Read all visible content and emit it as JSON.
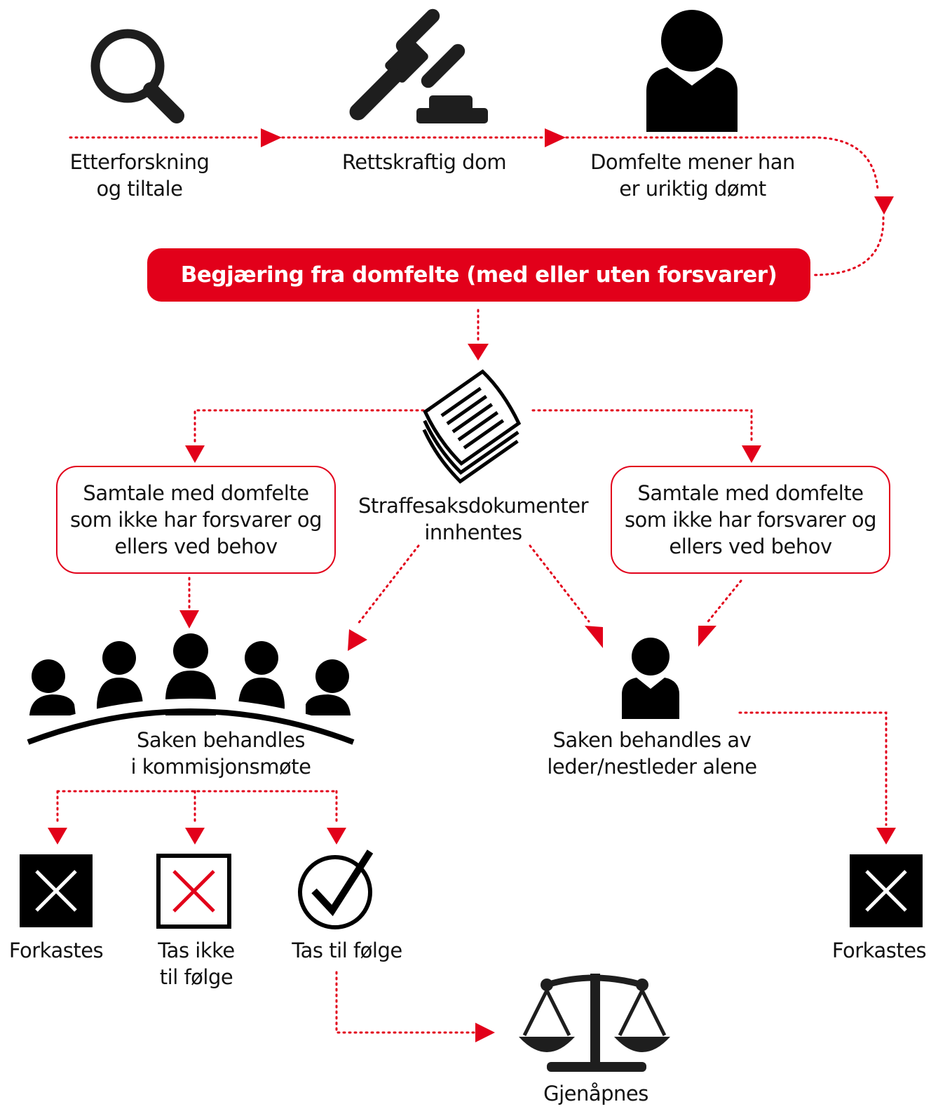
{
  "accent_color": "#e2001a",
  "icon_color": "#111111",
  "top_steps": [
    {
      "icon": "magnifier-icon",
      "lines": [
        "Etterforskning",
        "og tiltale"
      ]
    },
    {
      "icon": "gavel-icon",
      "lines": [
        "Rettskraftig dom"
      ]
    },
    {
      "icon": "person-icon",
      "lines": [
        "Domfelte mener han",
        "er uriktig dømt"
      ]
    }
  ],
  "banner": "Begjæring fra domfelte  (med eller uten forsvarer)",
  "documents": {
    "icon": "documents-icon",
    "lines": [
      "Straffesaksdokumenter",
      "innhentes"
    ]
  },
  "interview_left": [
    "Samtale med domfelte",
    "som ikke har forsvarer og",
    "ellers ved behov"
  ],
  "interview_right": [
    "Samtale med domfelte",
    "som ikke har forsvarer og",
    "ellers ved behov"
  ],
  "commission": {
    "icon": "group-meeting-icon",
    "lines": [
      "Saken behandles",
      "i kommisjonsmøte"
    ]
  },
  "leader": {
    "icon": "person-icon",
    "lines": [
      "Saken behandles  av",
      "leder/nestleder alene"
    ]
  },
  "outcomes": [
    {
      "icon": "x-box-filled-icon",
      "lines": [
        "Forkastes"
      ]
    },
    {
      "icon": "x-box-outline-icon",
      "lines": [
        "Tas ikke",
        "til følge"
      ]
    },
    {
      "icon": "check-circle-icon",
      "lines": [
        "Tas til følge"
      ]
    }
  ],
  "outcome_right": {
    "icon": "x-box-filled-icon",
    "lines": [
      "Forkastes"
    ]
  },
  "final": {
    "icon": "scales-icon",
    "lines": [
      "Gjenåpnes"
    ]
  }
}
